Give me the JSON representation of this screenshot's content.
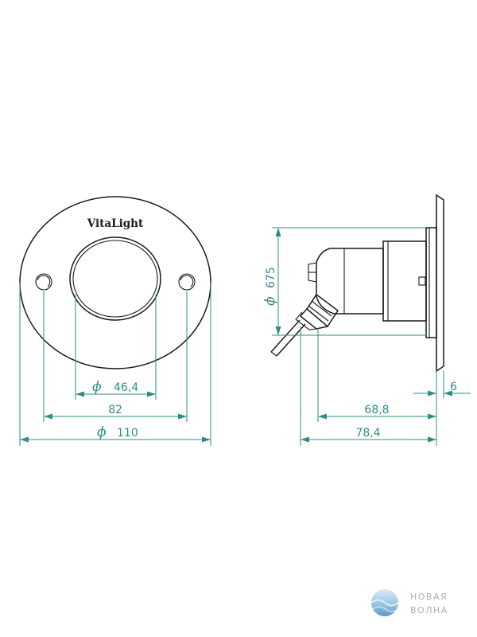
{
  "brand": "VitaLight",
  "front_view": {
    "dim_inner": {
      "symbol": "ϕ",
      "value": "46,4"
    },
    "dim_holes": {
      "value": "82"
    },
    "dim_outer": {
      "symbol": "ϕ",
      "value": "110"
    }
  },
  "side_view": {
    "dim_height": {
      "symbol": "ϕ",
      "value": "675"
    },
    "dim_flange": {
      "value": "6"
    },
    "dim_body": {
      "value": "68,8"
    },
    "dim_total": {
      "value": "78,4"
    }
  },
  "watermark": {
    "line1": "НОВАЯ",
    "line2": "ВОЛНА"
  },
  "colors": {
    "dimension": "#2e8c84",
    "outline": "#1a1a1a"
  }
}
